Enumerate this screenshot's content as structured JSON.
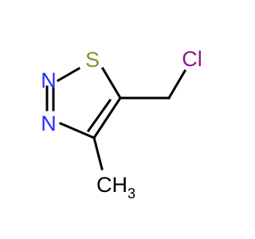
{
  "molecule": {
    "atoms": {
      "n1": {
        "label": "N",
        "color": "#2a2aff"
      },
      "n2": {
        "label": "N",
        "color": "#2a2aff"
      },
      "s": {
        "label": "S",
        "color": "#8f8f2a"
      },
      "cl": {
        "label": "Cl",
        "color": "#8a1a8a"
      },
      "methyl": {
        "label": "CH",
        "subscript": "3",
        "color": "#000000"
      }
    },
    "bond_color": "#000000"
  }
}
